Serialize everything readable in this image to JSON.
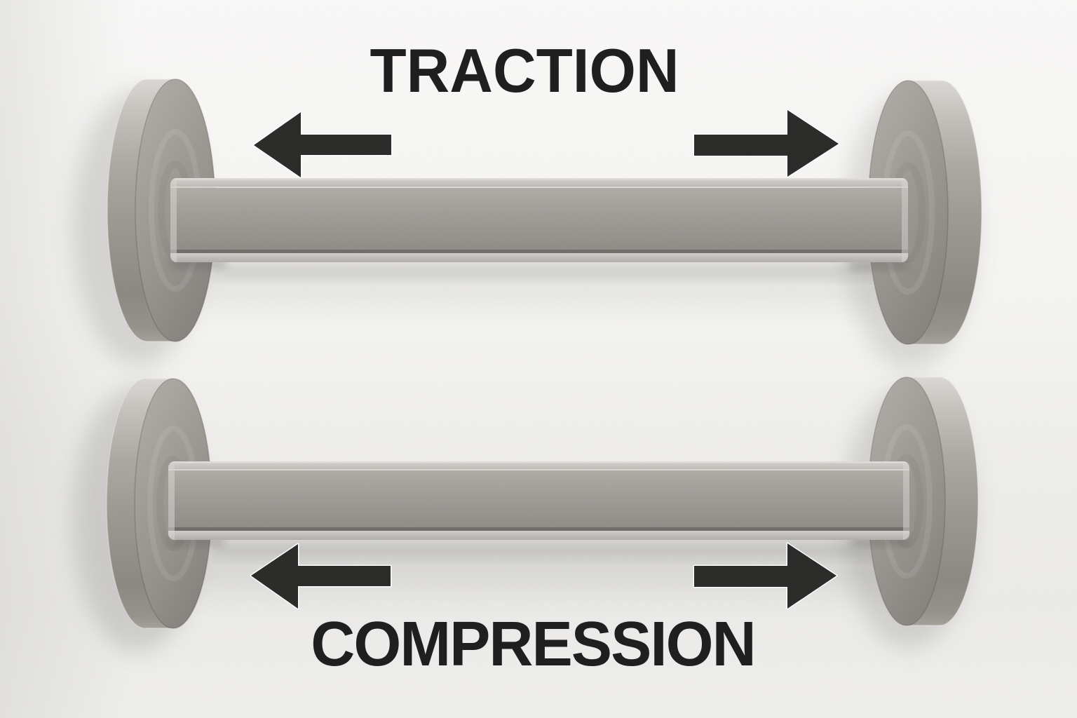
{
  "labels": {
    "traction": "TRACTION",
    "compression": "COMPRESSION"
  },
  "diagram": {
    "top": {
      "label": "TRACTION",
      "object": "metal-bar-with-round-end-plates",
      "left_arrow_direction": "left",
      "right_arrow_direction": "right",
      "meaning": "forces pulling outward"
    },
    "bottom": {
      "label": "COMPRESSION",
      "object": "metal-bar-with-round-end-plates",
      "left_arrow_direction": "left",
      "right_arrow_direction": "right"
    }
  },
  "colors": {
    "arrow": "#262624",
    "text": "#1f1f1f",
    "metal_light": "#c9c6c2",
    "metal_mid": "#9c9893",
    "metal_dark": "#86827d",
    "background": "#f4f3f1"
  }
}
